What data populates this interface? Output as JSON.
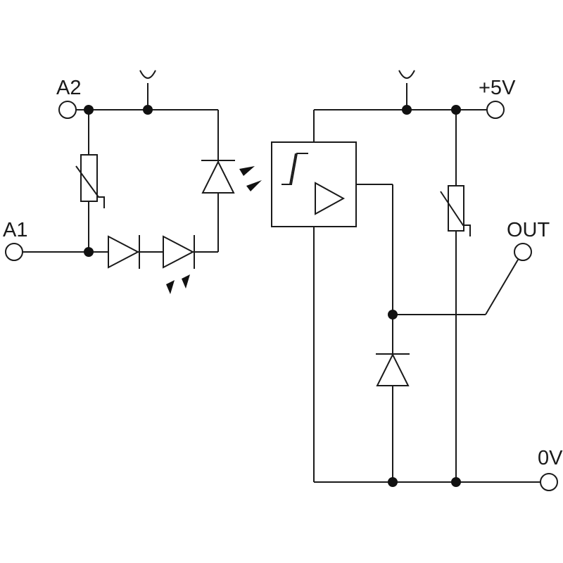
{
  "terminals": {
    "a2": "A2",
    "a1": "A1",
    "plus5v": "+5V",
    "out": "OUT",
    "zero_v": "0V"
  },
  "colors": {
    "line": "#1a1a1a",
    "background": "#ffffff"
  }
}
